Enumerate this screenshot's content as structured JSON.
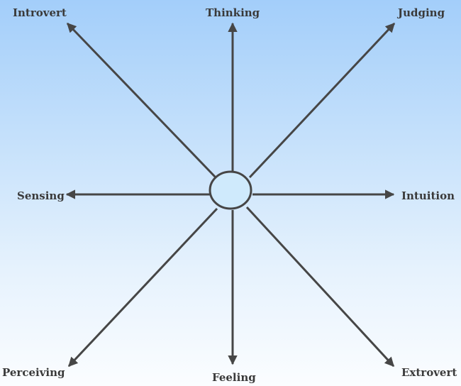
{
  "labels": {
    "introvert": "Introvert",
    "thinking": "Thinking",
    "judging": "Judging",
    "sensing": "Sensing",
    "intuition": "Intuition",
    "perceiving": "Perceiving",
    "feeling": "Feeling",
    "extrovert": "Extrovert"
  },
  "colors": {
    "background_top": "#a3cefa",
    "background_bottom": "#fbfdff",
    "arrow": "#464646",
    "hub_fill": "#cfeafc",
    "hub_stroke": "#464646",
    "label_text": "#3a3a3a"
  }
}
